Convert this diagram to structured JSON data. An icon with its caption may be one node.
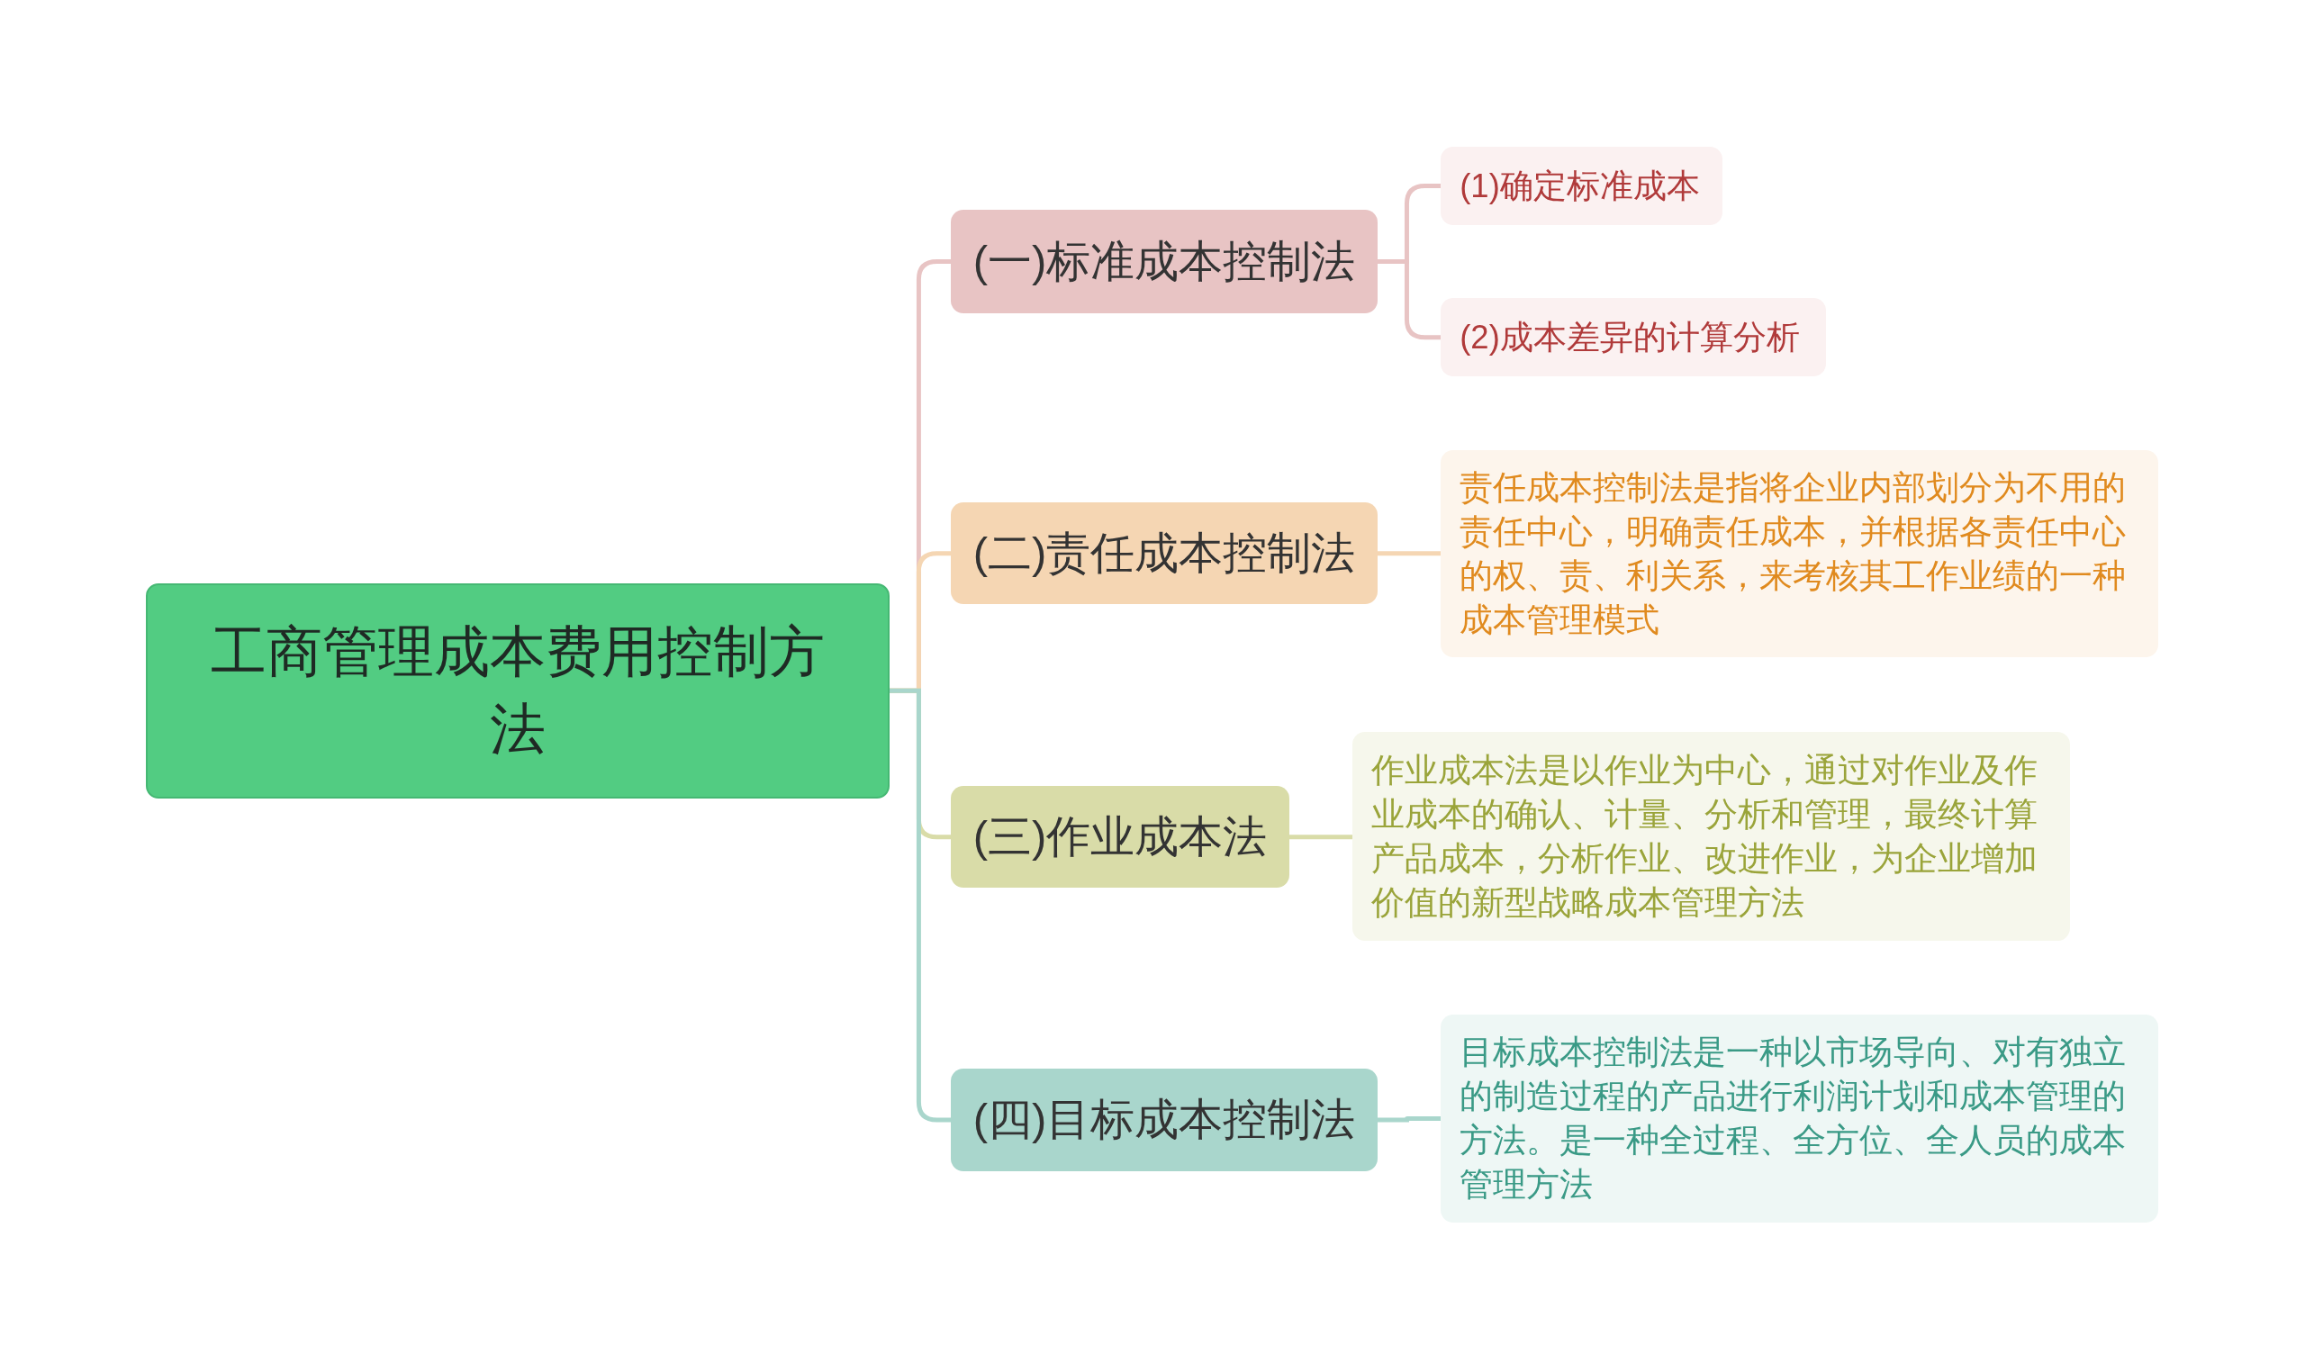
{
  "diagram": {
    "nodes": [
      {
        "text": [
          "工商管理成本费用控制方法"
        ]
      },
      {
        "text": [
          "(一)标准成本控制法"
        ]
      },
      {
        "text": [
          "(1)确定标准成本"
        ]
      },
      {
        "text": [
          "(2)成本差异的计算分析"
        ]
      },
      {
        "text": [
          "(二)责任成本控制法"
        ]
      },
      {
        "text": [
          "责任成本控制法是指将企业内部划分为不用的责任中心，明确责任成本，并根据各责任中心的权、责、利关系，来考核其工作业绩的一种成本管理模式"
        ]
      },
      {
        "text": [
          "(三)作业成本法"
        ]
      },
      {
        "text": [
          "作业成本法是以作业为中心，通过对作业及作业成本的确认、计量、分析和管理，最终计算产品成本，分析作业、改进作业，为企业增加价值的新型战略成本管理方法"
        ]
      },
      {
        "text": [
          "(四)目标成本控制法"
        ]
      },
      {
        "text": [
          "目标成本控制法是一种以市场导向、对有独立的制造过程的产品进行利润计划和成本管理的方法。是一种全过程、全方位、全人员的成本管理方法"
        ]
      }
    ],
    "edges": [
      {
        "from": 0,
        "to": 1,
        "arrow": "none",
        "color": "#e8c4c4"
      },
      {
        "from": 0,
        "to": 4,
        "arrow": "none",
        "color": "#f5d6b3"
      },
      {
        "from": 0,
        "to": 6,
        "arrow": "none",
        "color": "#d9dca8"
      },
      {
        "from": 0,
        "to": 8,
        "arrow": "none",
        "color": "#a9d6cc"
      },
      {
        "from": 1,
        "to": 2,
        "arrow": "none",
        "color": "#e8c4c4"
      },
      {
        "from": 1,
        "to": 3,
        "arrow": "none",
        "color": "#e8c4c4"
      },
      {
        "from": 4,
        "to": 5,
        "arrow": "none",
        "color": "#f5d6b3"
      },
      {
        "from": 6,
        "to": 7,
        "arrow": "none",
        "color": "#d9dca8"
      },
      {
        "from": 8,
        "to": 9,
        "arrow": "none",
        "color": "#a9d6cc"
      }
    ]
  }
}
